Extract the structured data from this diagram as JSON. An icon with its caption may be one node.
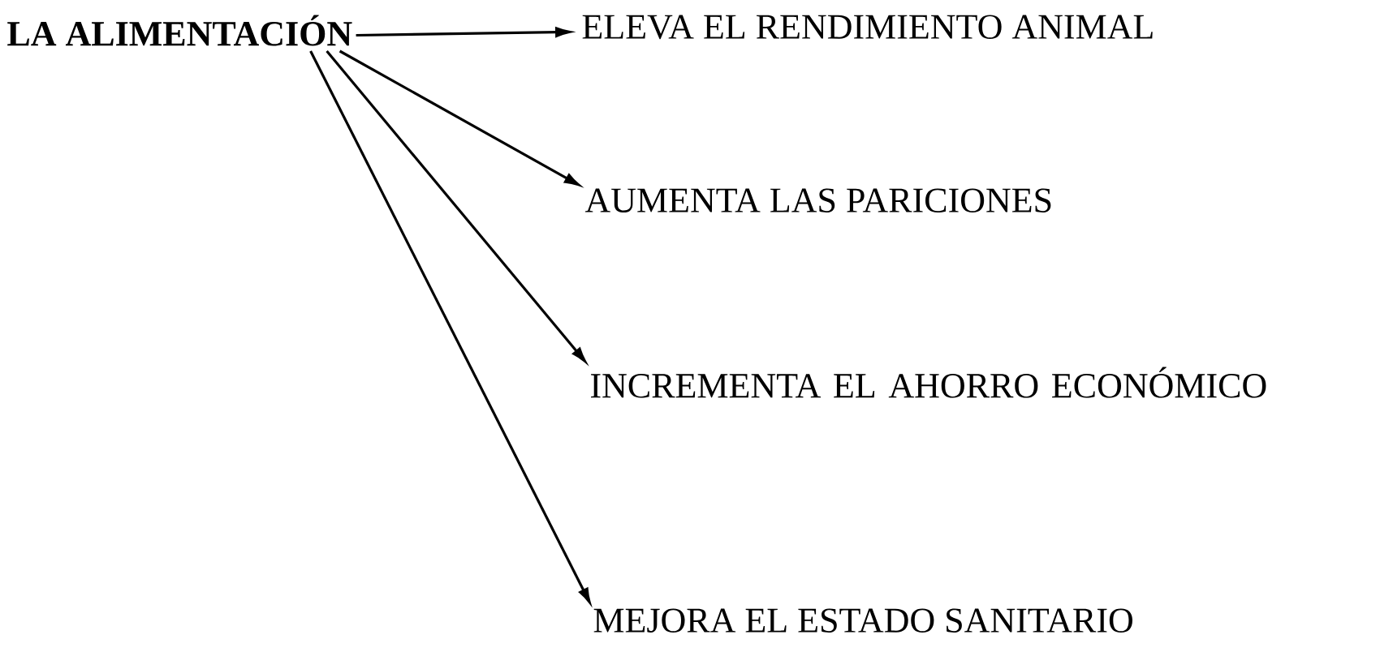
{
  "diagram": {
    "nodes": [
      {
        "text": [
          "LA ALIMENTACIÓN"
        ]
      },
      {
        "text": [
          "ELEVA EL RENDIMIENTO ANIMAL"
        ]
      },
      {
        "text": [
          "AUMENTA LAS PARICIONES"
        ]
      },
      {
        "text": [
          "INCREMENTA EL AHORRO ECONÓMICO"
        ]
      },
      {
        "text": [
          "MEJORA EL ESTADO SANITARIO"
        ]
      }
    ],
    "edges": [
      {
        "from": 0,
        "to": 1,
        "arrow": "to"
      },
      {
        "from": 0,
        "to": 2,
        "arrow": "to"
      },
      {
        "from": 0,
        "to": 3,
        "arrow": "to"
      },
      {
        "from": 0,
        "to": 4,
        "arrow": "to"
      }
    ]
  }
}
